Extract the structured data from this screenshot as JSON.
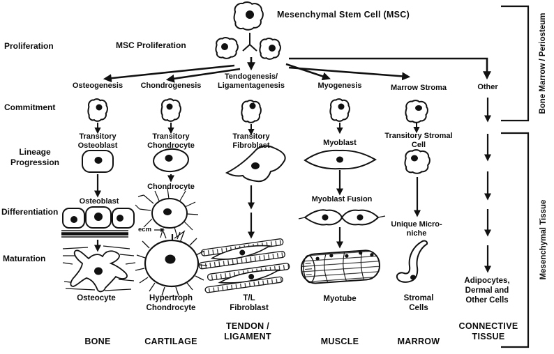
{
  "title": "Mesenchymal Stem Cell (MSC)",
  "msc_label": "MSC Proliferation",
  "stages": [
    "Proliferation",
    "Commitment",
    "Lineage Progression",
    "Differentiation",
    "Maturation"
  ],
  "columns": [
    {
      "commitment": "Osteogenesis",
      "progenitor": "Transitory Osteoblast",
      "differentiated": "Osteoblast",
      "mature": "Osteocyte",
      "tissue": "BONE"
    },
    {
      "commitment": "Chondrogenesis",
      "progenitor": "Transitory Chondrocyte",
      "differentiated": "Chondrocyte",
      "annotation": "ecm",
      "mature": "Hypertroph Chondrocyte",
      "tissue": "CARTILAGE"
    },
    {
      "commitment": "Tendogenesis/ Ligamentagenesis",
      "progenitor": "Transitory Fibroblast",
      "mature": "T/L Fibroblast",
      "tissue": "TENDON / LIGAMENT"
    },
    {
      "commitment": "Myogenesis",
      "progenitor": "Myoblast",
      "differentiated": "Myoblast Fusion",
      "mature": "Myotube",
      "tissue": "MUSCLE"
    },
    {
      "commitment": "Marrow Stroma",
      "progenitor": "Transitory Stromal Cell",
      "differentiated": "Unique Micro-niche",
      "mature": "Stromal Cells",
      "tissue": "MARROW"
    },
    {
      "commitment": "Other",
      "mature": "Adipocytes, Dermal and Other Cells",
      "tissue": "CONNECTIVE TISSUE"
    }
  ],
  "side_brackets": {
    "top": "Bone Marrow / Periosteum",
    "bottom": "Mesenchymal Tissue"
  },
  "colors": {
    "ink": "#111111",
    "background": "#ffffff"
  }
}
